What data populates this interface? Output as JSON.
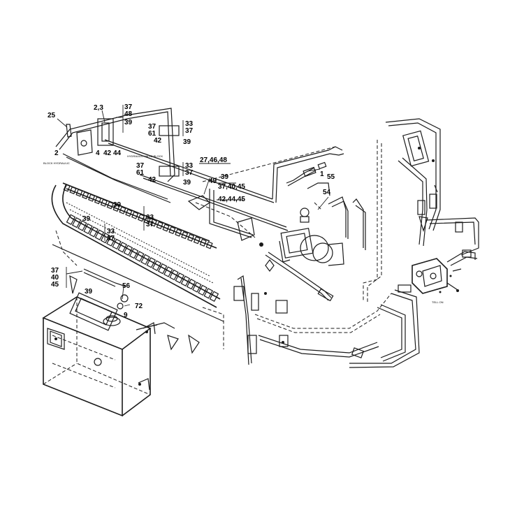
{
  "callouts": [
    {
      "id": "c-25",
      "text": "25"
    },
    {
      "id": "c-2-3",
      "text": "2,3"
    },
    {
      "id": "c-37a",
      "text": "37"
    },
    {
      "id": "c-48a",
      "text": "48"
    },
    {
      "id": "c-39a",
      "text": "39"
    },
    {
      "id": "c-4",
      "text": "4"
    },
    {
      "id": "c-42a",
      "text": "42"
    },
    {
      "id": "c-44",
      "text": "44"
    },
    {
      "id": "c-2",
      "text": "2"
    },
    {
      "id": "c-37b",
      "text": "37"
    },
    {
      "id": "c-61a",
      "text": "61"
    },
    {
      "id": "c-42b",
      "text": "42"
    },
    {
      "id": "c-33a",
      "text": "33"
    },
    {
      "id": "c-37c",
      "text": "37"
    },
    {
      "id": "c-39b",
      "text": "39"
    },
    {
      "id": "c-37d",
      "text": "37"
    },
    {
      "id": "c-61b",
      "text": "61"
    },
    {
      "id": "c-42c",
      "text": "42"
    },
    {
      "id": "c-33b",
      "text": "33"
    },
    {
      "id": "c-37e",
      "text": "37"
    },
    {
      "id": "c-39c",
      "text": "39"
    },
    {
      "id": "c-27-46-48",
      "text": "27,46,48"
    },
    {
      "id": "c-39d",
      "text": "39"
    },
    {
      "id": "c-49",
      "text": "49"
    },
    {
      "id": "c-37-40-45",
      "text": "37,40,45"
    },
    {
      "id": "c-42-44-45",
      "text": "42,44,45"
    },
    {
      "id": "c-1",
      "text": "1"
    },
    {
      "id": "c-55",
      "text": "55"
    },
    {
      "id": "c-54",
      "text": "54"
    },
    {
      "id": "c-39e",
      "text": "39"
    },
    {
      "id": "c-33c",
      "text": "33"
    },
    {
      "id": "c-37f",
      "text": "37"
    },
    {
      "id": "c-39f",
      "text": "39"
    },
    {
      "id": "c-33d",
      "text": "33"
    },
    {
      "id": "c-37g",
      "text": "37"
    },
    {
      "id": "c-37h",
      "text": "37"
    },
    {
      "id": "c-40",
      "text": "40"
    },
    {
      "id": "c-45",
      "text": "45"
    },
    {
      "id": "c-39g",
      "text": "39"
    },
    {
      "id": "c-56",
      "text": "56"
    },
    {
      "id": "c-72",
      "text": "72"
    },
    {
      "id": "c-9",
      "text": "9"
    }
  ],
  "small_labels": {
    "block_note": "HYDRAULIC VALVE BLOCK",
    "left_note": "BLOCK HYDRAULIC",
    "tell_note": "TELL ON"
  },
  "colors": {
    "ink": "#1a1a1a",
    "background": "#ffffff"
  }
}
